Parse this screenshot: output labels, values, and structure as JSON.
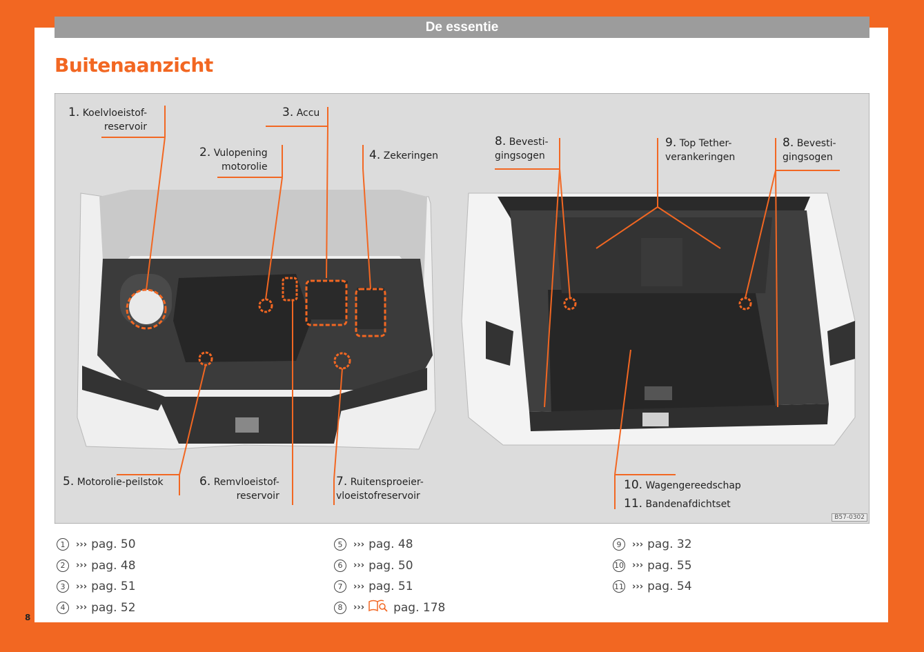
{
  "header": {
    "section": "De essentie"
  },
  "title": "Buitenaanzicht",
  "figure": {
    "code": "B57-0302",
    "labels": [
      {
        "num": "1.",
        "text_lines": [
          "Koelvloeistof-",
          "reservoir"
        ]
      },
      {
        "num": "2.",
        "text_lines": [
          "Vulopening",
          "motorolie"
        ]
      },
      {
        "num": "3.",
        "text_lines": [
          "Accu"
        ]
      },
      {
        "num": "4.",
        "text_lines": [
          "Zekeringen"
        ]
      },
      {
        "num": "5.",
        "text_lines": [
          "Motorolie-peilstok"
        ]
      },
      {
        "num": "6.",
        "text_lines": [
          "Remvloeistof-",
          "reservoir"
        ]
      },
      {
        "num": "7.",
        "text_lines": [
          "Ruitensproeier-",
          "vloeistofreservoir"
        ]
      },
      {
        "num": "8.",
        "text_lines": [
          "Bevesti-",
          "gingsogen"
        ]
      },
      {
        "num": "9.",
        "text_lines": [
          "Top Tether-",
          "verankeringen"
        ]
      },
      {
        "num": "8.",
        "text_lines": [
          "Bevesti-",
          "gingsogen"
        ]
      },
      {
        "num": "10.",
        "text_lines": [
          "Wagengereedschap"
        ]
      },
      {
        "num": "11.",
        "text_lines": [
          "Bandenafdichtset"
        ]
      }
    ]
  },
  "references": {
    "arrow_glyph": "›››",
    "columns": [
      [
        {
          "n": "1",
          "ref": "pag. 50"
        },
        {
          "n": "2",
          "ref": "pag. 48"
        },
        {
          "n": "3",
          "ref": "pag. 51"
        },
        {
          "n": "4",
          "ref": "pag. 52"
        }
      ],
      [
        {
          "n": "5",
          "ref": "pag. 48"
        },
        {
          "n": "6",
          "ref": "pag. 50"
        },
        {
          "n": "7",
          "ref": "pag. 51"
        },
        {
          "n": "8",
          "ref": "pag. 178",
          "icon": "book-search-icon"
        }
      ],
      [
        {
          "n": "9",
          "ref": "pag. 32"
        },
        {
          "n": "10",
          "ref": "pag. 55"
        },
        {
          "n": "11",
          "ref": "pag. 54"
        }
      ]
    ]
  },
  "page_number": "8",
  "colors": {
    "accent": "#f26722",
    "header_bar": "#9c9c9c",
    "figure_bg": "#dcdcdc"
  }
}
